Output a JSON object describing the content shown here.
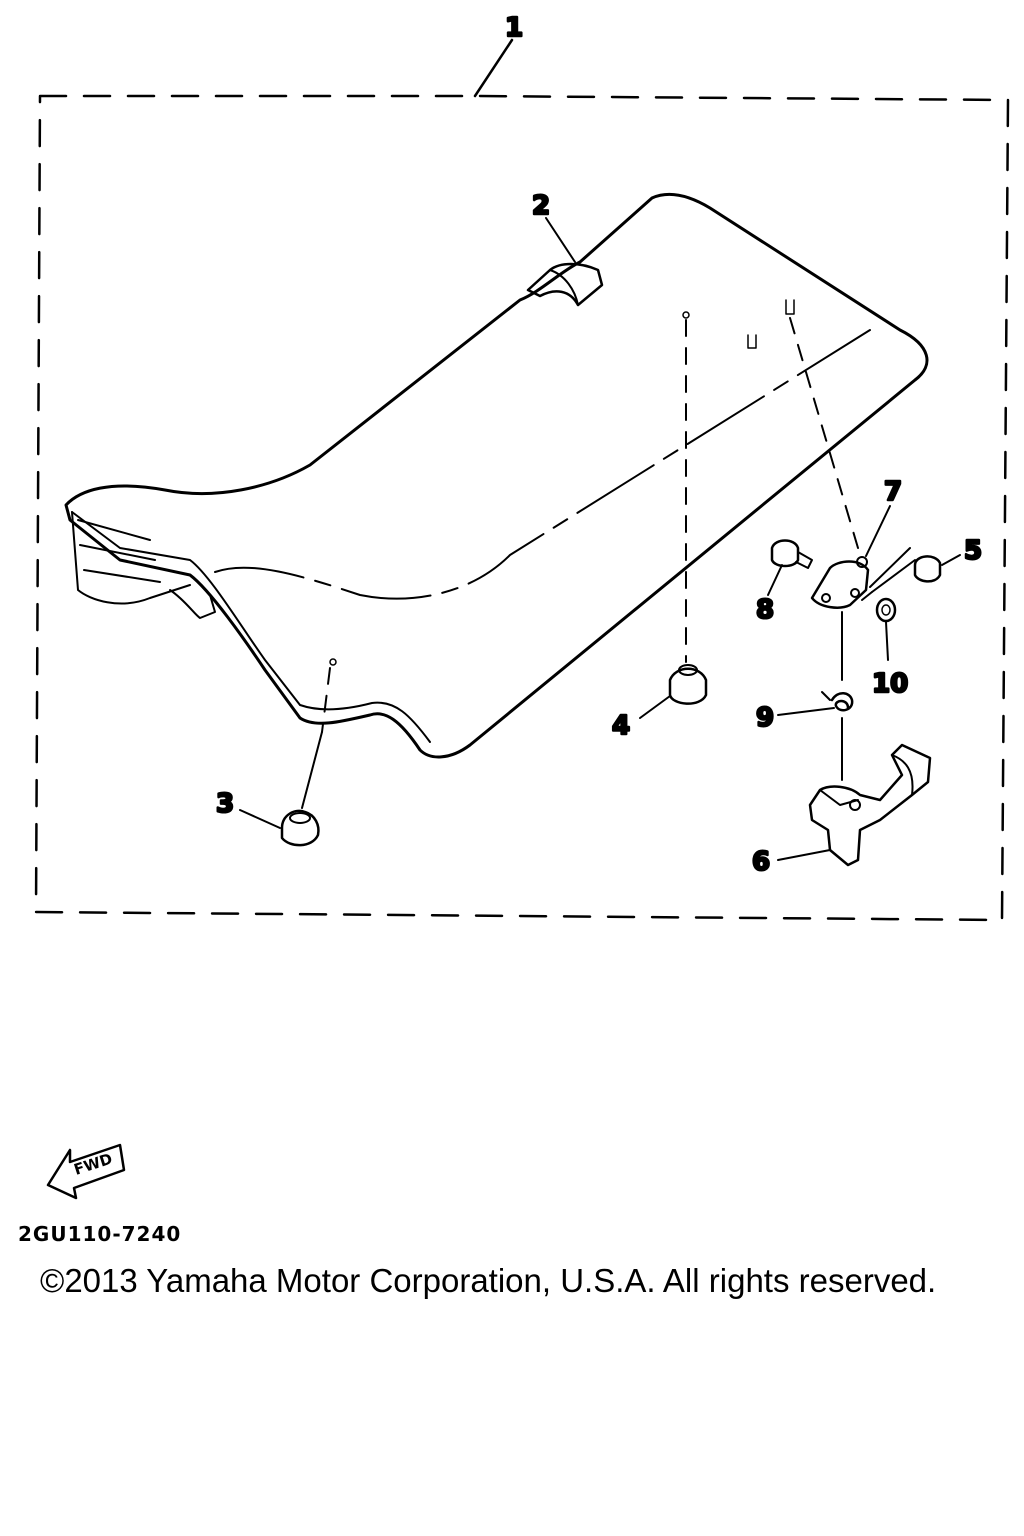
{
  "callouts": {
    "c1": "1",
    "c2": "2",
    "c3": "3",
    "c4": "4",
    "c5": "5",
    "c6": "6",
    "c7": "7",
    "c8": "8",
    "c9": "9",
    "c10": "10"
  },
  "fwd_label": "FWD",
  "part_code": "2GU110-7240",
  "copyright": "©2013 Yamaha Motor Corporation, U.S.A. All rights reserved."
}
